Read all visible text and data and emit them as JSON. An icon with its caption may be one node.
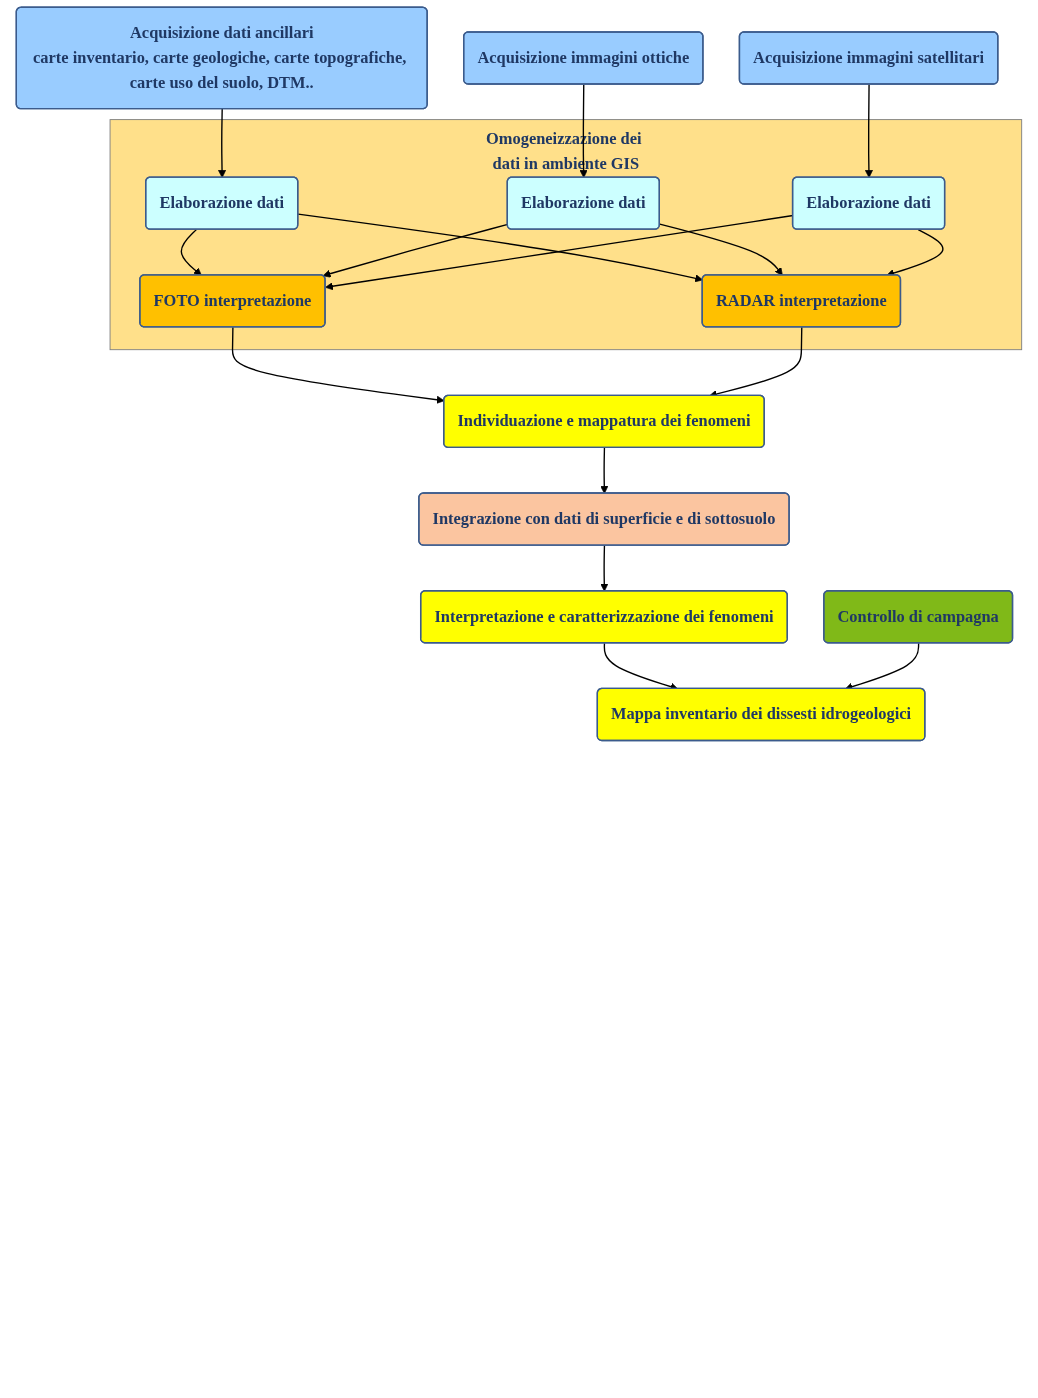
{
  "diagram": {
    "nodes": [
      {
        "text": [
          "Acquisizione dati ancillari",
          "carte inventario, carte geologiche, carte topografiche, carte uso del suolo, DTM.."
        ]
      },
      {
        "text": [
          "Acquisizione immagini ottiche"
        ]
      },
      {
        "text": [
          "Acquisizione immagini satellitari"
        ]
      },
      {
        "text": [
          "Omogeneizzazione dei dati in ambiente GIS"
        ]
      },
      {
        "text": [
          "Elaborazione dati"
        ],
        "in": 3
      },
      {
        "text": [
          "Elaborazione dati"
        ],
        "in": 3
      },
      {
        "text": [
          "Elaborazione dati"
        ],
        "in": 3
      },
      {
        "text": [
          "FOTO interpretazione"
        ],
        "in": 3
      },
      {
        "text": [
          "RADAR interpretazione"
        ],
        "in": 3
      },
      {
        "text": [
          "Individuazione e mappatura dei fenomeni"
        ]
      },
      {
        "text": [
          "Integrazione con dati di superficie e di sottosuolo"
        ]
      },
      {
        "text": [
          "Interpretazione e caratterizzazione dei fenomeni"
        ]
      },
      {
        "text": [
          "Controllo di campagna"
        ]
      },
      {
        "text": [
          "Mappa inventario dei dissesti idrogeologici"
        ]
      }
    ],
    "edges": [
      {
        "from": 0,
        "to": 4,
        "arrow": "to"
      },
      {
        "from": 1,
        "to": 5,
        "arrow": "to"
      },
      {
        "from": 2,
        "to": 6,
        "arrow": "to"
      },
      {
        "from": 4,
        "to": 7,
        "arrow": "to"
      },
      {
        "from": 4,
        "to": 8,
        "arrow": "to"
      },
      {
        "from": 5,
        "to": 7,
        "arrow": "to"
      },
      {
        "from": 5,
        "to": 8,
        "arrow": "to"
      },
      {
        "from": 6,
        "to": 7,
        "arrow": "to"
      },
      {
        "from": 6,
        "to": 8,
        "arrow": "to"
      },
      {
        "from": 7,
        "to": 9,
        "arrow": "to"
      },
      {
        "from": 8,
        "to": 9,
        "arrow": "to"
      },
      {
        "from": 9,
        "to": 10,
        "arrow": "to"
      },
      {
        "from": 10,
        "to": 11,
        "arrow": "to"
      },
      {
        "from": 11,
        "to": 13,
        "arrow": "to"
      },
      {
        "from": 12,
        "to": 13,
        "arrow": "to"
      }
    ]
  }
}
